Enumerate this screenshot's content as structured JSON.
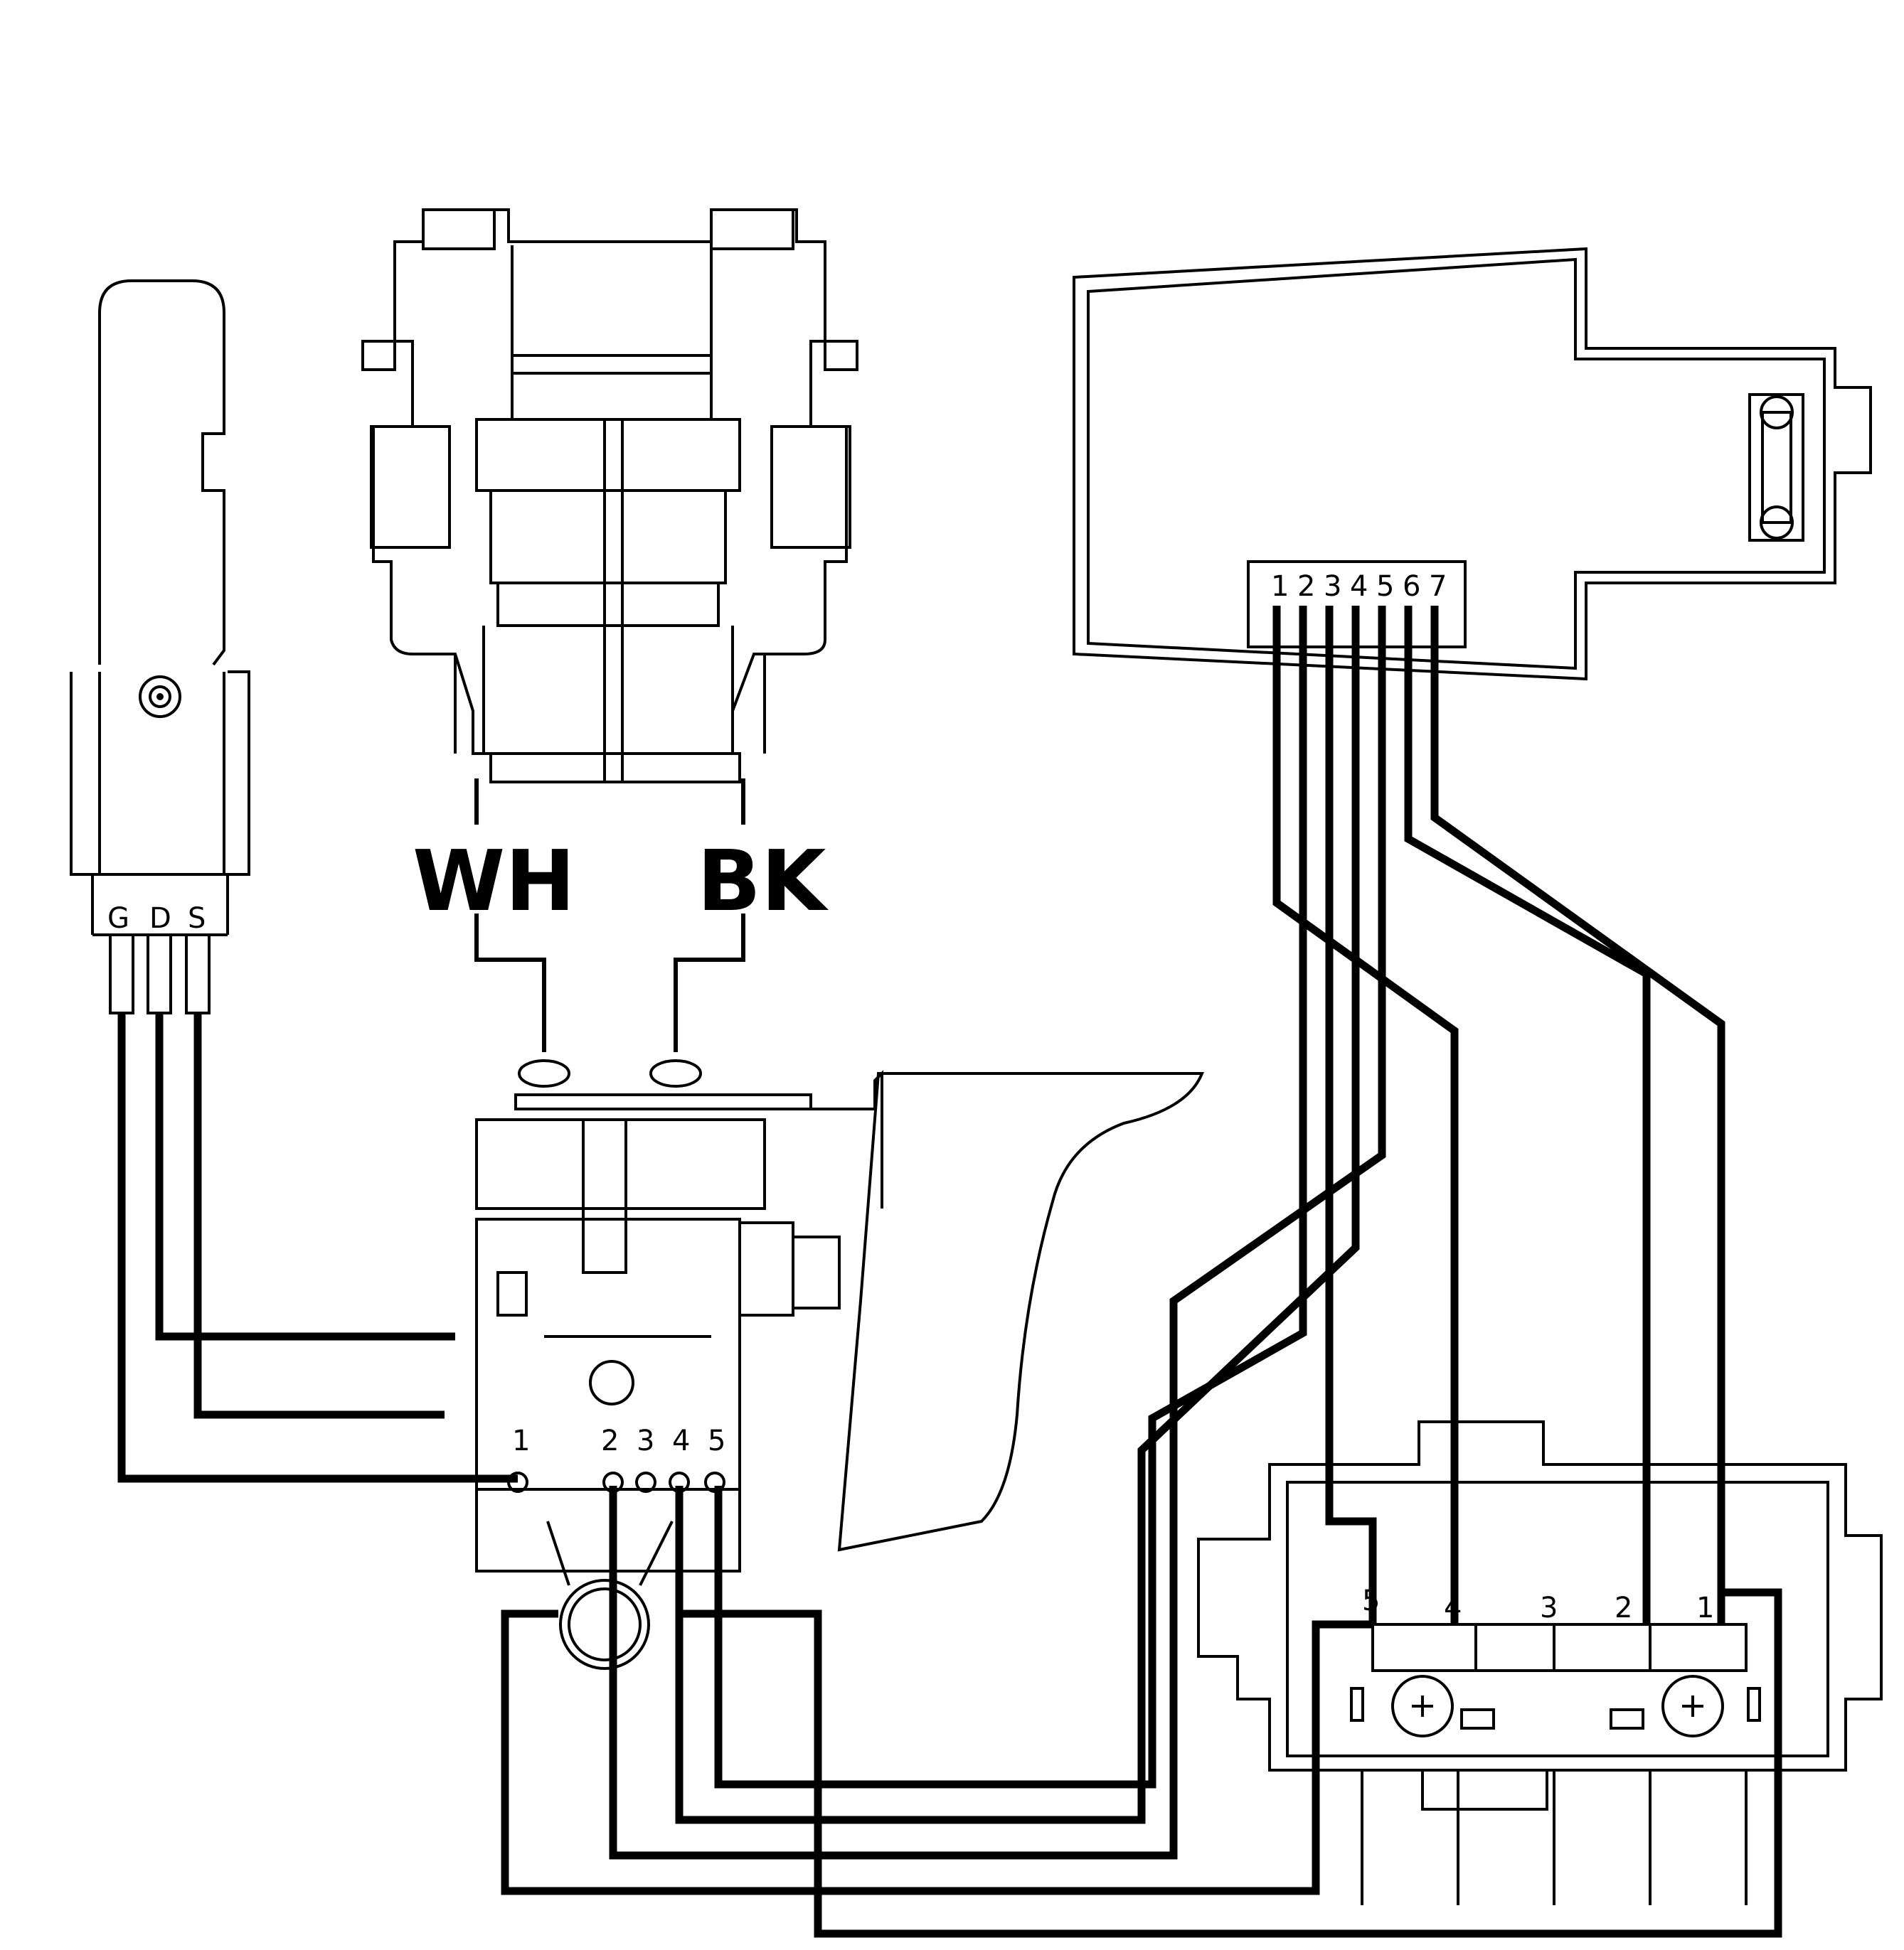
{
  "mosfet": {
    "pins": [
      "G",
      "D",
      "S"
    ]
  },
  "motor_leads": {
    "left": "WH",
    "right": "BK"
  },
  "switch_terminals": [
    "1",
    "2",
    "3",
    "4",
    "5"
  ],
  "pcb_connector_pins": [
    "1",
    "2",
    "3",
    "4",
    "5",
    "6",
    "7"
  ],
  "battery_terminals": [
    "5",
    "4",
    "3",
    "2",
    "1"
  ]
}
